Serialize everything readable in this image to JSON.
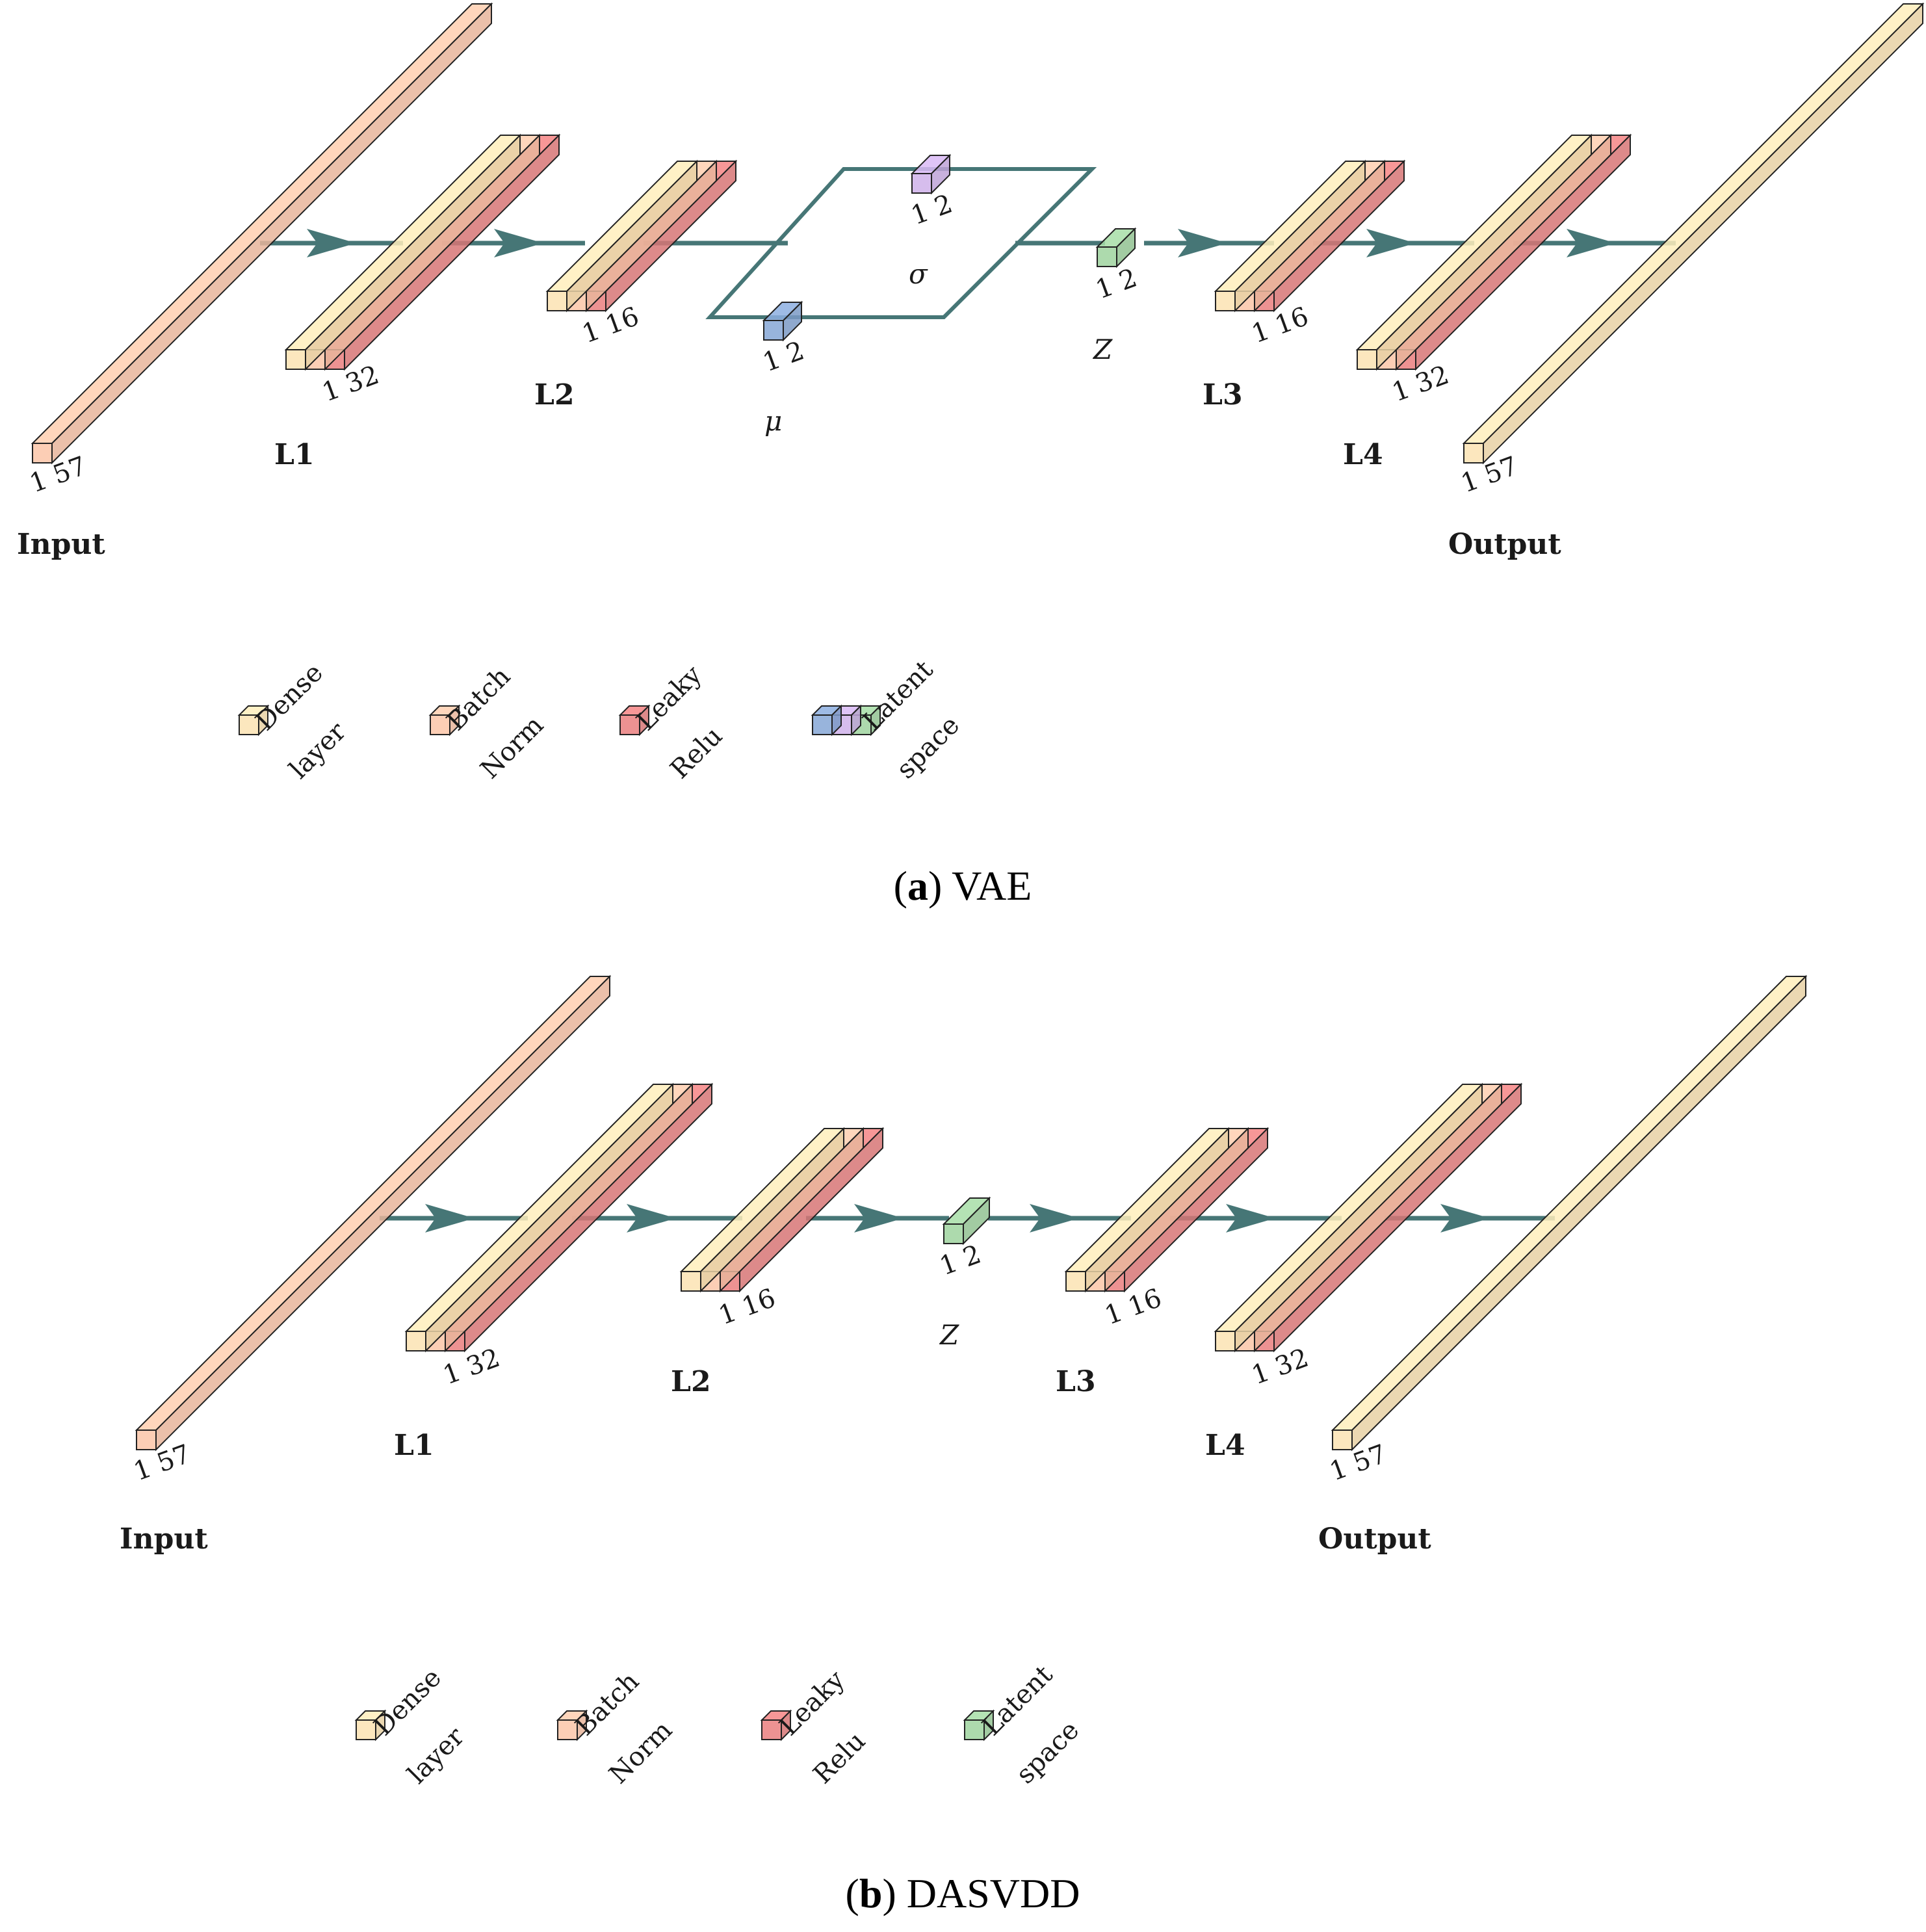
{
  "colors": {
    "dense": "#fbe3b3",
    "batch_norm": "#fbc5a8",
    "leaky_relu": "#ea7f7f",
    "mu": "#86a7d6",
    "sigma": "#cfb1ea",
    "z": "#9fd39f",
    "connector": "#467676",
    "edge": "#222222"
  },
  "panels": [
    {
      "caption": {
        "letter": "a",
        "name": "VAE"
      },
      "legend": [
        {
          "line1": "Dense",
          "line2": "layer"
        },
        {
          "line1": "Batch",
          "line2": "Norm"
        },
        {
          "line1": "Leaky",
          "line2": "Relu"
        },
        {
          "line1": "Latent",
          "line2": "space"
        }
      ],
      "layers": {
        "input": {
          "name": "Input",
          "dim": "1 57"
        },
        "l1": {
          "name": "L1",
          "dim": "1 32"
        },
        "l2": {
          "name": "L2",
          "dim": "1 16"
        },
        "mu": {
          "name": "μ",
          "dim": "1 2"
        },
        "sigma": {
          "name": "σ",
          "dim": "1 2"
        },
        "z": {
          "name": "Z",
          "dim": "1 2"
        },
        "l3": {
          "name": "L3",
          "dim": "1 16"
        },
        "l4": {
          "name": "L4",
          "dim": "1 32"
        },
        "output": {
          "name": "Output",
          "dim": "1 57"
        }
      }
    },
    {
      "caption": {
        "letter": "b",
        "name": "DASVDD"
      },
      "legend": [
        {
          "line1": "Dense",
          "line2": "layer"
        },
        {
          "line1": "Batch",
          "line2": "Norm"
        },
        {
          "line1": "Leaky",
          "line2": "Relu"
        },
        {
          "line1": "Latent",
          "line2": "space"
        }
      ],
      "layers": {
        "input": {
          "name": "Input",
          "dim": "1 57"
        },
        "l1": {
          "name": "L1",
          "dim": "1 32"
        },
        "l2": {
          "name": "L2",
          "dim": "1 16"
        },
        "z": {
          "name": "Z",
          "dim": "1 2"
        },
        "l3": {
          "name": "L3",
          "dim": "1 16"
        },
        "l4": {
          "name": "L4",
          "dim": "1 32"
        },
        "output": {
          "name": "Output",
          "dim": "1 57"
        }
      }
    }
  ]
}
